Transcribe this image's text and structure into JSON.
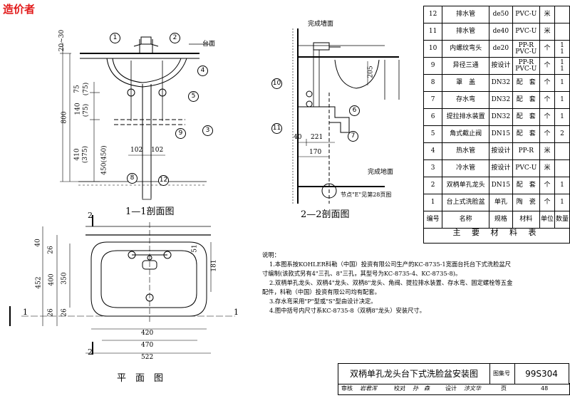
{
  "watermark": "造价者",
  "table": {
    "rows": [
      {
        "no": "12",
        "name": "排水管",
        "spec": "de50",
        "mat": "PVC-U",
        "unit": "米",
        "qty": ""
      },
      {
        "no": "11",
        "name": "排水管",
        "spec": "de40",
        "mat": "PVC-U",
        "unit": "米",
        "qty": ""
      },
      {
        "no": "10",
        "name": "内螺纹弯头",
        "spec": "de20",
        "mat": "PP-R\nPVC-U",
        "unit": "个",
        "qty": "1\n1"
      },
      {
        "no": "9",
        "name": "异径三通",
        "spec": "按设计",
        "mat": "PP-R\nPVC-U",
        "unit": "个",
        "qty": "1\n1"
      },
      {
        "no": "8",
        "name": "罩　盖",
        "spec": "DN32",
        "mat": "配　套",
        "unit": "个",
        "qty": "1"
      },
      {
        "no": "7",
        "name": "存水弯",
        "spec": "DN32",
        "mat": "配　套",
        "unit": "个",
        "qty": "1"
      },
      {
        "no": "6",
        "name": "提拉排水装置",
        "spec": "DN32",
        "mat": "配　套",
        "unit": "个",
        "qty": "1"
      },
      {
        "no": "5",
        "name": "角式截止阀",
        "spec": "DN15",
        "mat": "配　套",
        "unit": "个",
        "qty": "2"
      },
      {
        "no": "4",
        "name": "热水管",
        "spec": "按设计",
        "mat": "PP-R",
        "unit": "米",
        "qty": ""
      },
      {
        "no": "3",
        "name": "冷水管",
        "spec": "按设计",
        "mat": "PVC-U",
        "unit": "米",
        "qty": ""
      },
      {
        "no": "2",
        "name": "双柄单孔龙头",
        "spec": "DN15",
        "mat": "配　套",
        "unit": "个",
        "qty": "1"
      },
      {
        "no": "1",
        "name": "台上式洗脸盆",
        "spec": "单孔",
        "mat": "陶　瓷",
        "unit": "个",
        "qty": "1"
      }
    ],
    "header": {
      "no": "编号",
      "name": "名称",
      "spec": "规格",
      "mat": "材料",
      "unit": "单位",
      "qty": "数量"
    },
    "title": "主 要 材 料 表"
  },
  "notes": {
    "heading": "说明：",
    "lines": [
      "1.本图系按KOHLER科勒（中国）投资有限公司生产的KC-8735-1宽面台托台下式洗脸盆尺",
      "寸编制(该款式另有4\"三孔、8\"三孔，其型号为KC-8735-4、KC-8735-8)。",
      "2.双柄单孔龙头、双柄4\"龙头、双柄8\"龙头、角阀、提拉排水装置、存水弯、固定螺栓等五金",
      "配件，科勒（中国）投资有限公司均有配套。",
      "3.存水弯采用\"P\"型或\"S\"型由设计决定。",
      "4.图中括号内尺寸系KC-8735-8（双柄8\"龙头）安装尺寸。"
    ]
  },
  "title_block": {
    "title": "双柄单孔龙头台下式洗脸盆安装图",
    "atlas_label": "图集号",
    "atlas_no": "99S304",
    "row2": {
      "review": "审核",
      "reviewer": "岩君浑",
      "check": "校对",
      "checker": "孙　森",
      "design": "设计",
      "designer": "涉文华",
      "page_label": "页",
      "page": "48"
    }
  },
  "drawings": {
    "sec11": {
      "title": "1—1剖面图",
      "label_taimian": "台面",
      "d_top": "20~30",
      "d_800": "800",
      "d_75": "75",
      "d_75p": "(75)",
      "d_140": "140",
      "d_75b": "(75)",
      "d_410": "410",
      "d_375": "(375)",
      "d_450": "450(450)",
      "d_102a": "102",
      "d_102b": "102"
    },
    "sec22": {
      "title": "2—2剖面图",
      "label_top": "完成墙面",
      "label_floor": "完成地面",
      "d_205": "205",
      "d_40": "40",
      "d_221": "221",
      "d_170": "170",
      "node_note": "节点\"E\"见第28页图"
    },
    "plan": {
      "title": "平　面　图",
      "d_40": "40",
      "d_26a": "26",
      "d_350": "350",
      "d_400": "400",
      "d_452": "452",
      "d_26b": "26",
      "d_26c": "26",
      "d_51": "51",
      "d_181": "181",
      "d_420": "420",
      "d_470": "470",
      "d_522": "522",
      "cut1": "1",
      "cut1b": "1",
      "cut2": "2",
      "cut2b": "2"
    },
    "callouts": [
      "1",
      "2",
      "3",
      "4",
      "5",
      "6",
      "7",
      "8",
      "9",
      "10",
      "11",
      "12"
    ]
  }
}
